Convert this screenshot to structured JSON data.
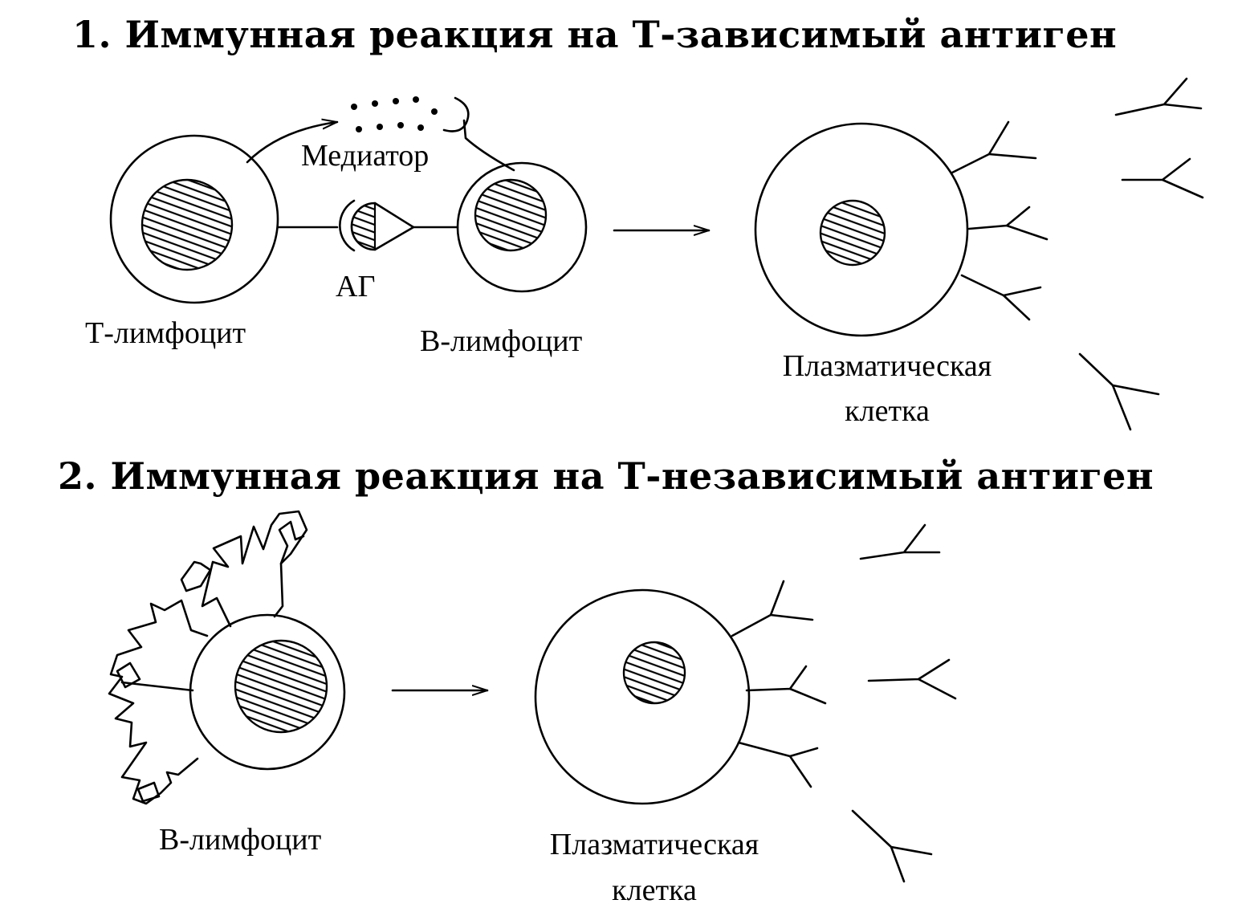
{
  "section1": {
    "title": "1. Иммунная реакция на Т-зависимый антиген",
    "t_cell_label": "Т-лимфоцит",
    "b_cell_label": "В-лимфоцит",
    "antigen_label": "АГ",
    "mediator_label": "Медиатор",
    "plasma_cell_label_line1": "Плазматическая",
    "plasma_cell_label_line2": "клетка"
  },
  "section2": {
    "title": "2. Иммунная реакция на Т-независимый антиген",
    "b_cell_label": "В-лимфоцит",
    "plasma_cell_label_line1": "Плазматическая",
    "plasma_cell_label_line2": "клетка"
  },
  "colors": {
    "line": "#000000",
    "background": "#ffffff"
  }
}
